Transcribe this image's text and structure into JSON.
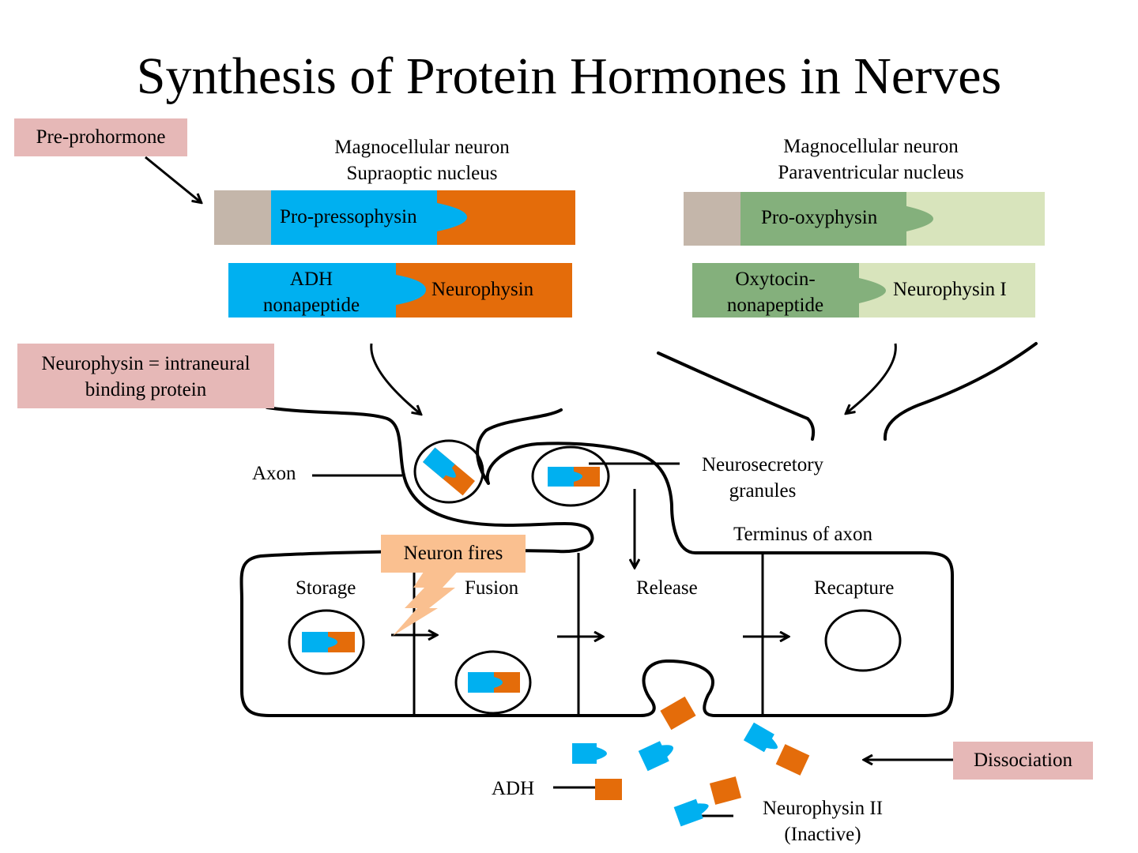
{
  "title": "Synthesis of Protein Hormones in Nerves",
  "callouts": {
    "pre_prohormone": "Pre-prohormone",
    "neurophysin_note": "Neurophysin = intraneural binding protein",
    "neuron_fires": "Neuron fires",
    "dissociation": "Dissociation"
  },
  "supraoptic": {
    "cell_line1": "Magnocellular neuron",
    "cell_line2": "Supraoptic nucleus",
    "precursor_label": "Pro-pressophysin",
    "hormone_label": "ADH nonapeptide",
    "carrier_label": "Neurophysin"
  },
  "paraventricular": {
    "cell_line1": "Magnocellular neuron",
    "cell_line2": "Paraventricular nucleus",
    "precursor_label": "Pro-oxyphysin",
    "hormone_label": "Oxytocin-nonapeptide",
    "carrier_label": "Neurophysin I"
  },
  "labels": {
    "axon": "Axon",
    "granules": "Neurosecretory granules",
    "terminus": "Terminus of axon",
    "adh": "ADH",
    "neurophysin_ii_line1": "Neurophysin II",
    "neurophysin_ii_line2": "(Inactive)"
  },
  "stages": [
    "Storage",
    "Fusion",
    "Release",
    "Recapture"
  ],
  "colors": {
    "adh_blue": "#00b0f0",
    "neurophysin_orange": "#e46c0a",
    "signal_gray": "#c4b6aa",
    "oxytocin_green": "#84b07c",
    "neurophysin_i_green": "#d8e4bc",
    "callout_pink": "#e6b8b7",
    "fire_peach": "#fac090"
  }
}
